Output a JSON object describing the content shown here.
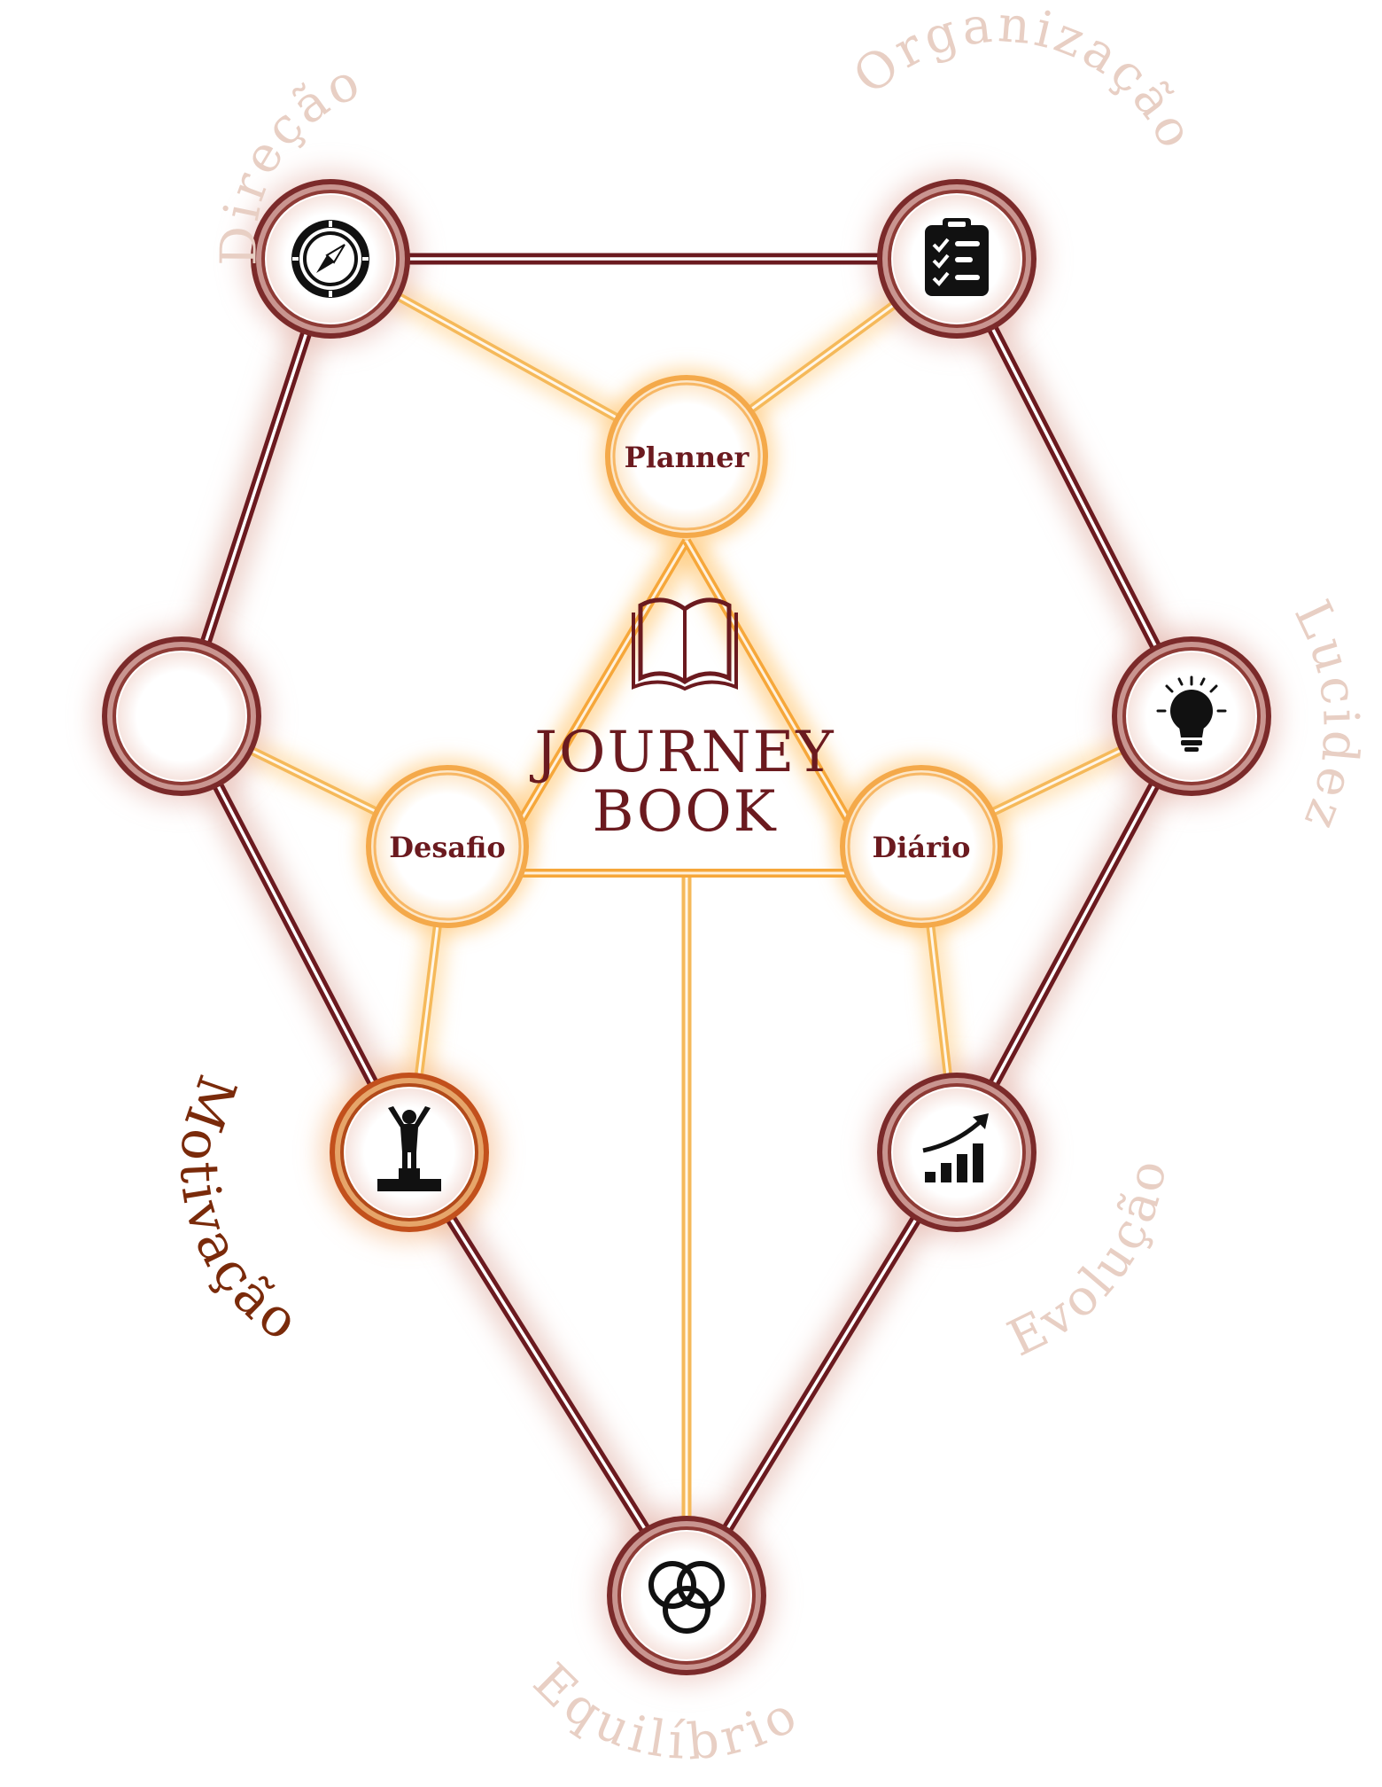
{
  "center": {
    "title_line1": "JOURNEY",
    "title_line2": "BOOK",
    "icon": "open-book-icon"
  },
  "inner_nodes": [
    {
      "id": "planner",
      "label": "Planner"
    },
    {
      "id": "desafio",
      "label": "Desafio"
    },
    {
      "id": "diario",
      "label": "Diário"
    }
  ],
  "outer_nodes": [
    {
      "id": "direcao",
      "label": "Direção",
      "icon": "compass-icon"
    },
    {
      "id": "organizacao",
      "label": "Organização",
      "icon": "clipboard-checklist-icon"
    },
    {
      "id": "lucidez",
      "label": "Lucidez",
      "icon": "lightbulb-icon"
    },
    {
      "id": "evolucao",
      "label": "Evolução",
      "icon": "growth-chart-icon"
    },
    {
      "id": "equilibrio",
      "label": "Equilíbrio",
      "icon": "three-rings-icon"
    },
    {
      "id": "motivacao",
      "label": "Motivação",
      "icon": "podium-person-icon"
    },
    {
      "id": "empty",
      "label": "",
      "icon": ""
    }
  ],
  "colors": {
    "maroon": "#6b1a1f",
    "maroon_light": "#8e4a45",
    "gold": "#f5b95a",
    "gold_glow": "#fcd9a0",
    "faded_label": "#e8cfc4",
    "motivacao_label": "#7a2a0a"
  }
}
